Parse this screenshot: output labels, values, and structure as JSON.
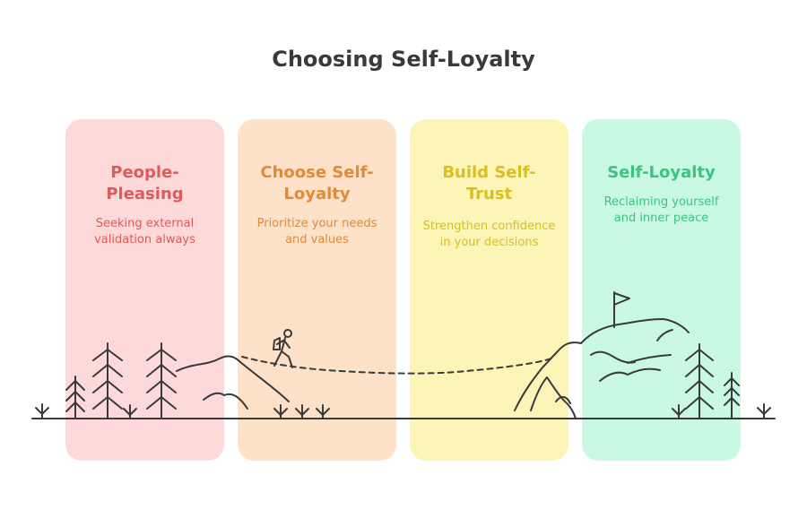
{
  "title": "Choosing Self-Loyalty",
  "stages": [
    {
      "title": "People-Pleasing",
      "description": "Seeking external validation always",
      "bg": "#fdd9d9",
      "color": "#e05a5a"
    },
    {
      "title": "Choose Self-Loyalty",
      "description": "Prioritize your needs and values",
      "bg": "#fde1c8",
      "color": "#e08a3a"
    },
    {
      "title": "Build Self-Trust",
      "description": "Strengthen confidence in your decisions",
      "bg": "#fdf5b8",
      "color": "#d9c01f"
    },
    {
      "title": "Self-Loyalty",
      "description": "Reclaiming yourself and inner peace",
      "bg": "#c9f9e3",
      "color": "#3cc483"
    }
  ]
}
